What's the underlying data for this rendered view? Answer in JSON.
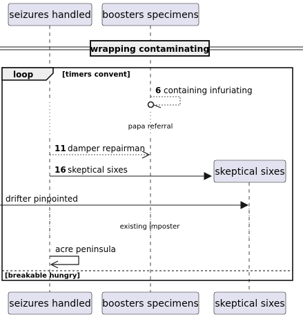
{
  "participants": [
    {
      "id": "p1",
      "name": "seizures handled"
    },
    {
      "id": "p2",
      "name": "boosters specimens"
    },
    {
      "id": "p3",
      "name": "skeptical sixes"
    }
  ],
  "divider": {
    "label": "wrapping contaminating"
  },
  "loop": {
    "keyword": "loop",
    "condition": "[timers convent]",
    "else_condition": "[breakable hungry]"
  },
  "messages": [
    {
      "num": "6",
      "text": "containing infuriating"
    },
    {
      "num": "11",
      "text": "damper repairman"
    },
    {
      "num": "16",
      "text": "skeptical sixes"
    },
    {
      "num": "",
      "text": "drifter pinpointed"
    },
    {
      "num": "",
      "text": "acre peninsula"
    }
  ],
  "delays": [
    "papa referral",
    "existing imposter"
  ],
  "colors": {
    "participant_fill": "#e2e2f0",
    "participant_border": "#181818",
    "lifeline": "#181818"
  }
}
